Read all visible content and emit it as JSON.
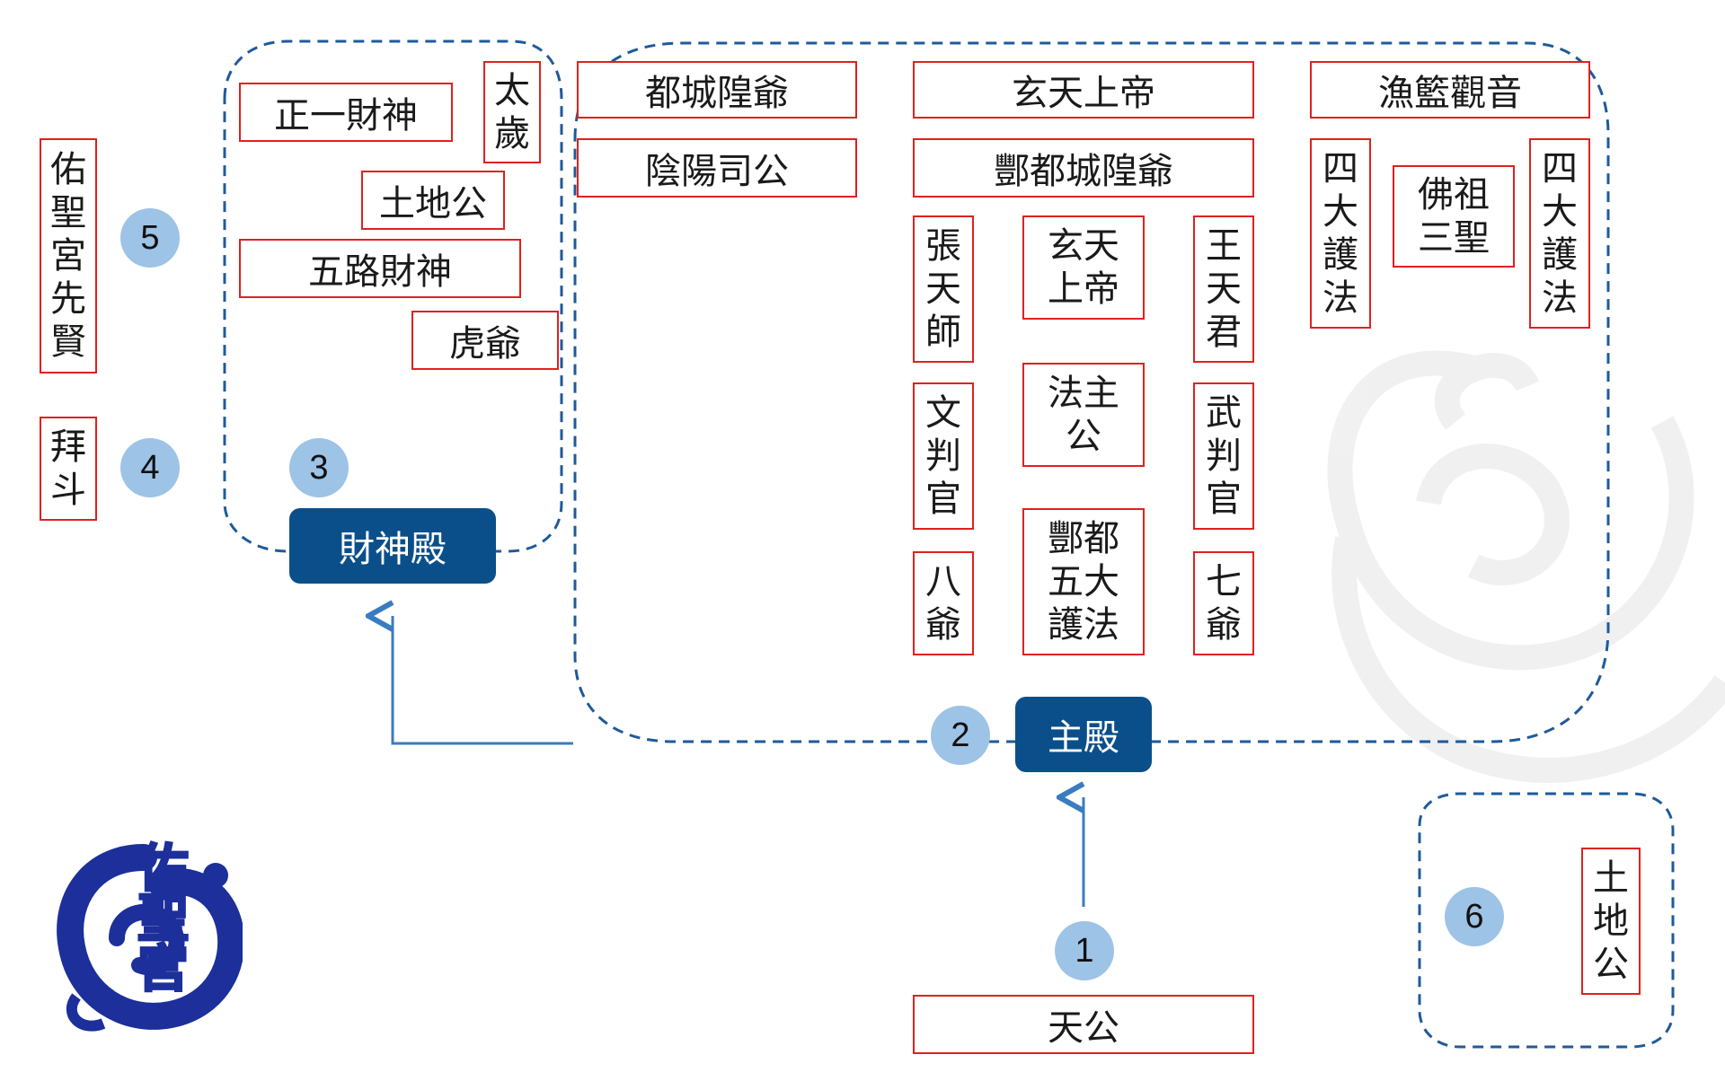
{
  "halls": {
    "main": "主殿",
    "wealth": "財神殿"
  },
  "numbers": {
    "n1": "1",
    "n2": "2",
    "n3": "3",
    "n4": "4",
    "n5": "5",
    "n6": "6"
  },
  "deities": {
    "dusheng_chengyen": "都城隍爺",
    "yinyang_sigong": "陰陽司公",
    "xuantian_top": "玄天上帝",
    "fengdu_chenghuang": "酆都城隍爺",
    "yulan_guanyin": "漁籃觀音",
    "zhang_tianshi": "張\n天\n師",
    "xuantian_mid": "玄天\n上帝",
    "wang_tianjun": "王\n天\n君",
    "fazhu_gong": "法主\n公",
    "wen_panguan": "文\n判\n官",
    "wu_panguan": "武\n判\n官",
    "fengdu_hufa": "酆都\n五大\n護法",
    "ba_ye": "八\n爺",
    "qi_ye": "七\n爺",
    "sida_hufa_left": "四\n大\n護\n法",
    "sida_hufa_right": "四\n大\n護\n法",
    "fozu_sansheng": "佛祖\n三聖",
    "zhengyi_caishen": "正一財神",
    "taisui": "太\n歲",
    "tudigong_wealth": "土地公",
    "wulu_caishen": "五路財神",
    "hu_ye": "虎爺",
    "xianxian": "佑\n聖\n宮\n先\n賢",
    "baidou": "拜\n斗",
    "tiangong": "天公",
    "tudigong_side": "土\n地\n公"
  },
  "logo": {
    "text": "佑聖宮"
  },
  "colors": {
    "hall": "#0b4f8a",
    "box_border": "#e02020",
    "number_circle": "#9dc3e6",
    "dashed": "#1f5a99",
    "arrow": "#3a7cc0",
    "logo_blue": "#1c2f9a",
    "logo_yellow": "#ffe21a"
  }
}
